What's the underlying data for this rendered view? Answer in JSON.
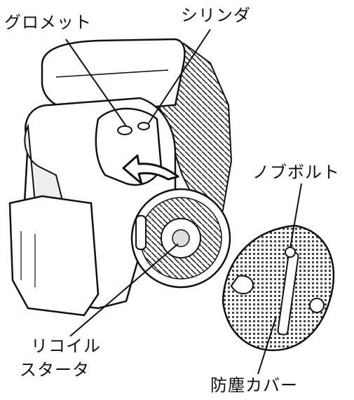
{
  "labels": {
    "grommet": "グロメット",
    "cylinder": "シリンダ",
    "knob_bolt": "ノブボルト",
    "recoil_starter_line1": "リコイル",
    "recoil_starter_line2": "スタータ",
    "dust_cover": "防塵カバー"
  },
  "colors": {
    "line": "#111111",
    "fill": "#ffffff",
    "shade": "#d8d8d8"
  },
  "icons": {
    "arrow": "curved-arrow-icon"
  }
}
